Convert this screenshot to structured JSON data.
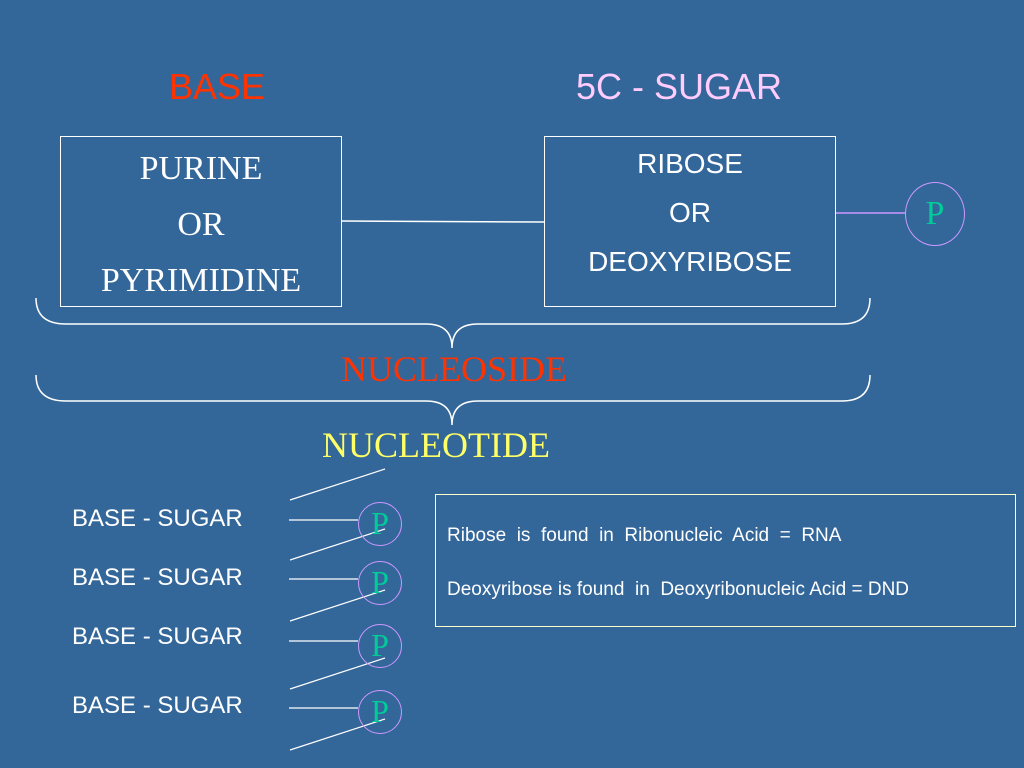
{
  "headings": {
    "base": "BASE",
    "sugar": "5C - SUGAR"
  },
  "base_box": {
    "lines": [
      "PURINE",
      "OR",
      "PYRIMIDINE"
    ]
  },
  "sugar_box": {
    "lines": [
      "RIBOSE",
      "OR",
      "DEOXYRIBOSE"
    ]
  },
  "phosphate_label": "P",
  "nucleoside_label": "NUCLEOSIDE",
  "nucleotide_label": "NUCLEOTIDE",
  "chain_items": [
    {
      "label": "BASE - SUGAR",
      "phosphate": "P"
    },
    {
      "label": "BASE - SUGAR",
      "phosphate": "P"
    },
    {
      "label": "BASE - SUGAR",
      "phosphate": "P"
    },
    {
      "label": "BASE - SUGAR",
      "phosphate": "P"
    }
  ],
  "info": {
    "line1": "Ribose  is  found  in  Ribonucleic  Acid  =  RNA",
    "line2": "Deoxyribose is found  in  Deoxyribonucleic Acid = DND"
  },
  "colors": {
    "background": "#336699",
    "base_heading": "#ff3300",
    "sugar_heading": "#ffccff",
    "nucleoside": "#ff3300",
    "nucleotide": "#ffff66",
    "phosphate_text": "#00cc99",
    "phosphate_circle": "#cc99ff",
    "box_border": "#ffffff",
    "info_border": "#ffffcc"
  }
}
